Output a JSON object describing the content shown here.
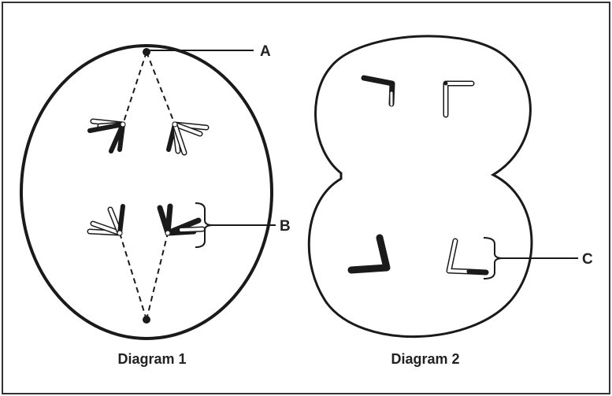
{
  "labels": {
    "a": "A",
    "b": "B",
    "c": "C"
  },
  "captions": {
    "diagram1": "Diagram 1",
    "diagram2": "Diagram 2"
  },
  "colors": {
    "ink": "#1a1a1a",
    "paper": "#ffffff",
    "frame": "#333333"
  }
}
